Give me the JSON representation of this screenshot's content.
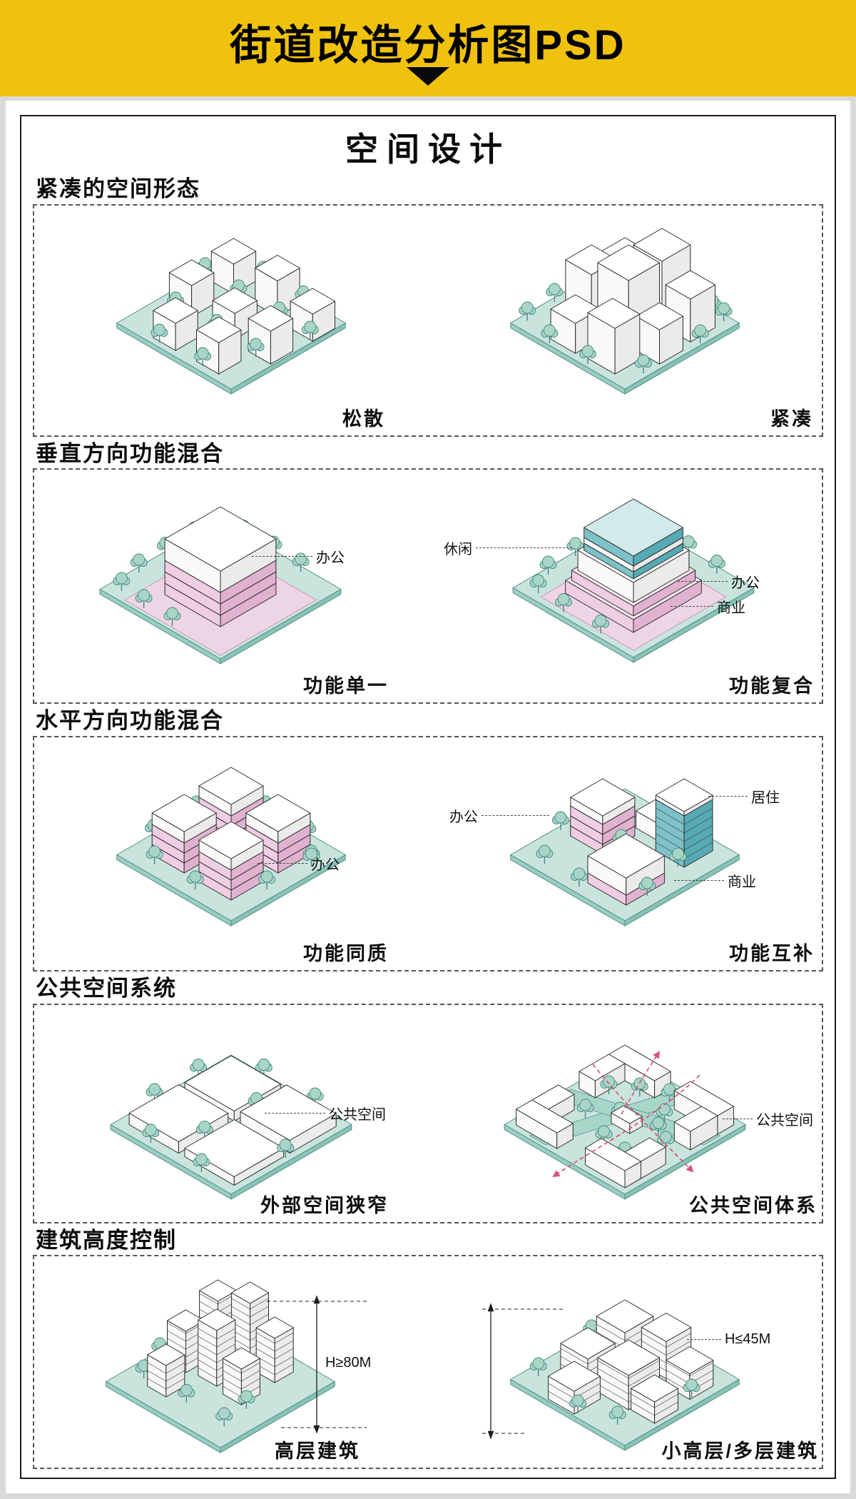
{
  "banner": {
    "title": "街道改造分析图PSD"
  },
  "page": {
    "title": "空间设计"
  },
  "sections": [
    {
      "heading": "紧凑的空间形态",
      "left": {
        "caption": "松散",
        "annotations": []
      },
      "right": {
        "caption": "紧凑",
        "annotations": []
      }
    },
    {
      "heading": "垂直方向功能混合",
      "left": {
        "caption": "功能单一",
        "annotations": [
          "办公"
        ]
      },
      "right": {
        "caption": "功能复合",
        "annotations": [
          "休闲",
          "办公",
          "商业"
        ]
      }
    },
    {
      "heading": "水平方向功能混合",
      "left": {
        "caption": "功能同质",
        "annotations": [
          "办公"
        ]
      },
      "right": {
        "caption": "功能互补",
        "annotations": [
          "居住",
          "办公",
          "商业"
        ]
      }
    },
    {
      "heading": "公共空间系统",
      "left": {
        "caption": "外部空间狭窄",
        "annotations": [
          "公共空间"
        ]
      },
      "right": {
        "caption": "公共空间体系",
        "annotations": [
          "公共空间"
        ]
      }
    },
    {
      "heading": "建筑高度控制",
      "left": {
        "caption": "高层建筑",
        "annotations": [
          "H≥80M"
        ]
      },
      "right": {
        "caption": "小高层/多层建筑",
        "annotations": [
          "H≤45M"
        ]
      }
    }
  ],
  "colors": {
    "banner_yellow": "#efc20e",
    "ground_teal": "#c9e4dd",
    "tree_green": "#a8d5c7",
    "office_pink": "#efcde2",
    "leisure_residence_teal": "#7cc2c8",
    "arrow_red": "#d6527c",
    "line_black": "#2b2b2b"
  }
}
